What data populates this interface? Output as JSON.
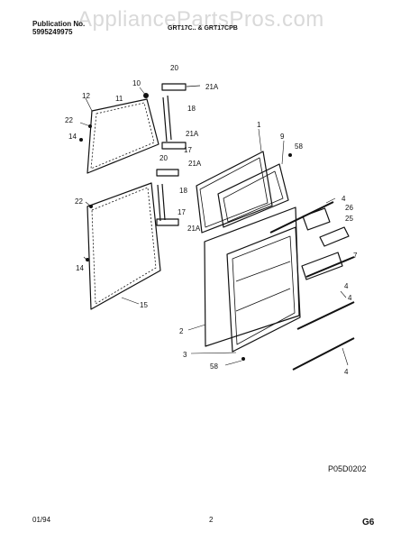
{
  "header": {
    "publication_label": "Publication No.",
    "publication_number": "5995249975",
    "model_text": "GRT17C.. & GRT17CPB"
  },
  "watermark": "AppliancePartsPros.com",
  "diagram_code": "P05D0202",
  "footer": {
    "date": "01/94",
    "page": "2",
    "section": "G6"
  },
  "callouts": [
    "20",
    "21A",
    "10",
    "12",
    "11",
    "18",
    "22",
    "14",
    "21A",
    "17",
    "1",
    "9",
    "58",
    "20",
    "21A",
    "18",
    "22",
    "17",
    "21A",
    "4",
    "26",
    "25",
    "7",
    "4",
    "4",
    "14",
    "15",
    "2",
    "3",
    "58",
    "4"
  ]
}
